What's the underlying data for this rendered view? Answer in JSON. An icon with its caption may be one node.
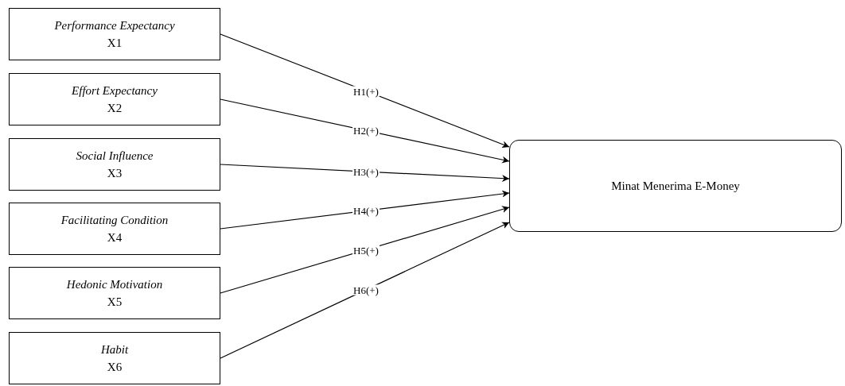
{
  "diagram": {
    "nodes": [
      {
        "text": [
          "Performance Expectancy",
          "X1"
        ]
      },
      {
        "text": [
          "Effort Expectancy",
          "X2"
        ]
      },
      {
        "text": [
          "Social Influence",
          "X3"
        ]
      },
      {
        "text": [
          "Facilitating Condition",
          "X4"
        ]
      },
      {
        "text": [
          "Hedonic Motivation",
          "X5"
        ]
      },
      {
        "text": [
          "Habit",
          "X6"
        ]
      },
      {
        "text": [
          "Minat Menerima E-Money"
        ]
      }
    ],
    "edges": [
      {
        "from": 0,
        "to": 6,
        "arrow": "to",
        "label": "H1(+)"
      },
      {
        "from": 1,
        "to": 6,
        "arrow": "to",
        "label": "H2(+)"
      },
      {
        "from": 2,
        "to": 6,
        "arrow": "to",
        "label": "H3(+)"
      },
      {
        "from": 3,
        "to": 6,
        "arrow": "to",
        "label": "H4(+)"
      },
      {
        "from": 4,
        "to": 6,
        "arrow": "to",
        "label": "H5(+)"
      },
      {
        "from": 5,
        "to": 6,
        "arrow": "to",
        "label": "H6(+)"
      }
    ]
  }
}
